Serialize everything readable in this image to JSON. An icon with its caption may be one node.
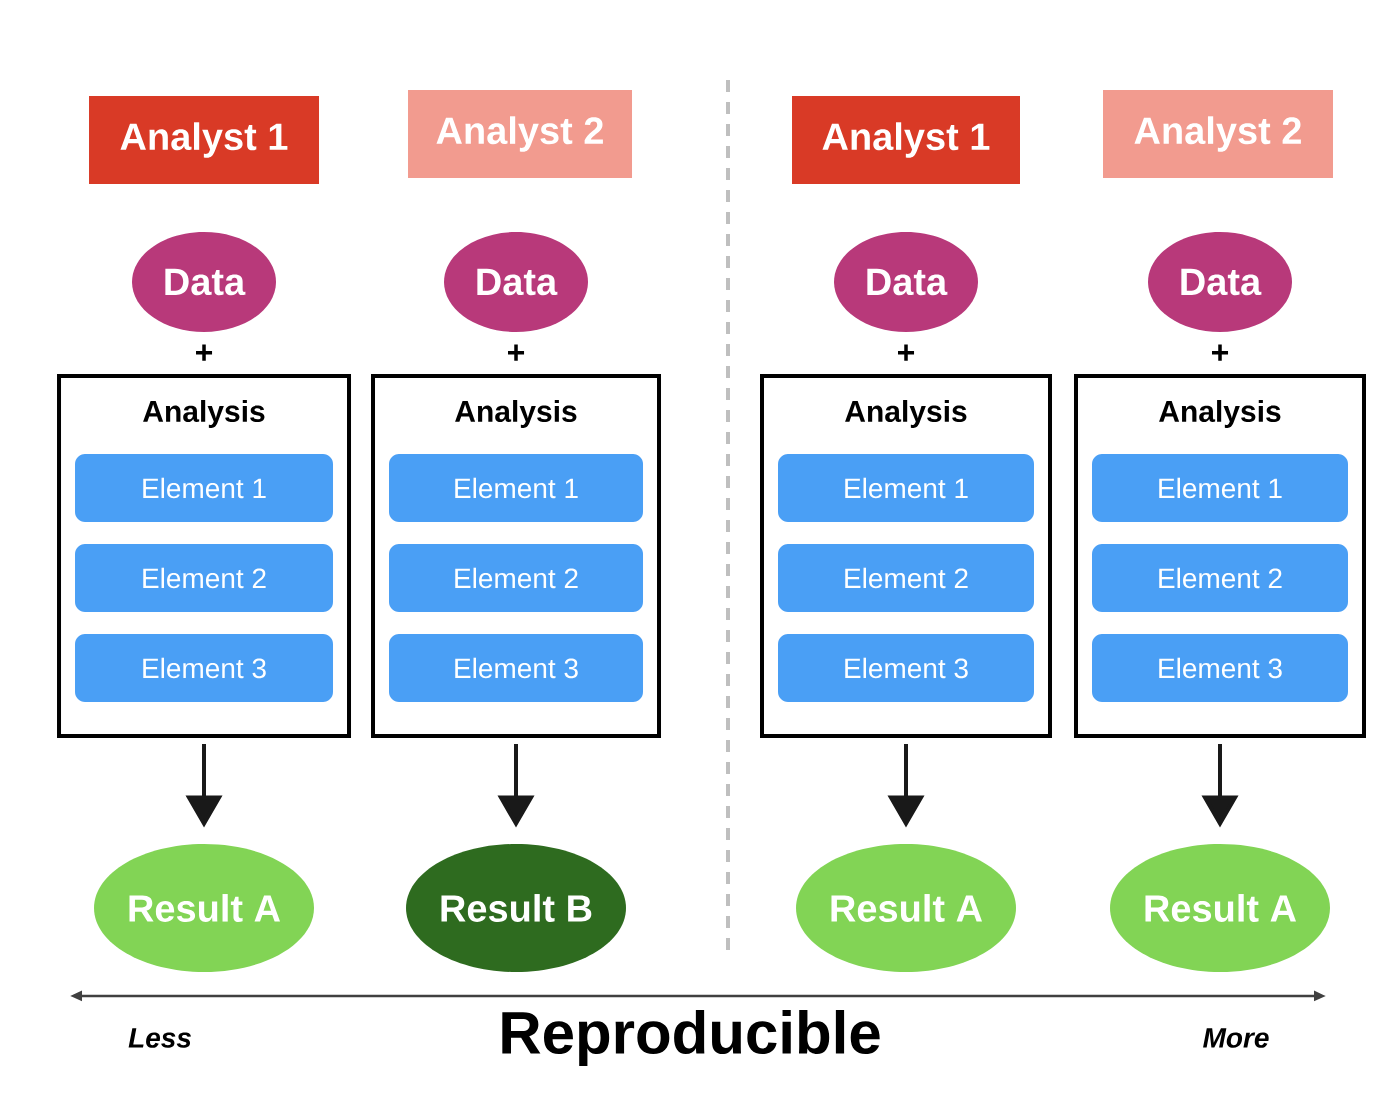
{
  "diagram": {
    "nodes": [
      {
        "text": [
          "Analyst 1"
        ]
      },
      {
        "text": [
          "Data"
        ]
      },
      {
        "text": [
          "Analysis"
        ]
      },
      {
        "text": [
          "Element 1"
        ],
        "in": 2
      },
      {
        "text": [
          "Element 2"
        ],
        "in": 2
      },
      {
        "text": [
          "Element 3"
        ],
        "in": 2
      },
      {
        "text": [
          "Result A"
        ]
      },
      {
        "text": [
          "Analyst 2"
        ]
      },
      {
        "text": [
          "Data"
        ]
      },
      {
        "text": [
          "Analysis"
        ]
      },
      {
        "text": [
          "Element 1"
        ],
        "in": 9
      },
      {
        "text": [
          "Element 2"
        ],
        "in": 9
      },
      {
        "text": [
          "Element 3"
        ],
        "in": 9
      },
      {
        "text": [
          "Result B"
        ]
      },
      {
        "text": [
          "Analyst 1"
        ]
      },
      {
        "text": [
          "Data"
        ]
      },
      {
        "text": [
          "Analysis"
        ]
      },
      {
        "text": [
          "Element 1"
        ],
        "in": 16
      },
      {
        "text": [
          "Element 2"
        ],
        "in": 16
      },
      {
        "text": [
          "Element 3"
        ],
        "in": 16
      },
      {
        "text": [
          "Result A"
        ]
      },
      {
        "text": [
          "Analyst 2"
        ]
      },
      {
        "text": [
          "Data"
        ]
      },
      {
        "text": [
          "Analysis"
        ]
      },
      {
        "text": [
          "Element 1"
        ],
        "in": 23
      },
      {
        "text": [
          "Element 2"
        ],
        "in": 23
      },
      {
        "text": [
          "Element 3"
        ],
        "in": 23
      },
      {
        "text": [
          "Result A"
        ]
      }
    ],
    "edges": [
      {
        "from": 2,
        "to": 6,
        "arrow": "to"
      },
      {
        "from": 9,
        "to": 13,
        "arrow": "to"
      },
      {
        "from": 16,
        "to": 20,
        "arrow": "to"
      },
      {
        "from": 23,
        "to": 27,
        "arrow": "to"
      }
    ],
    "labels": [
      "+",
      "+",
      "+",
      "+",
      "Less",
      "Reproducible",
      "More"
    ]
  }
}
